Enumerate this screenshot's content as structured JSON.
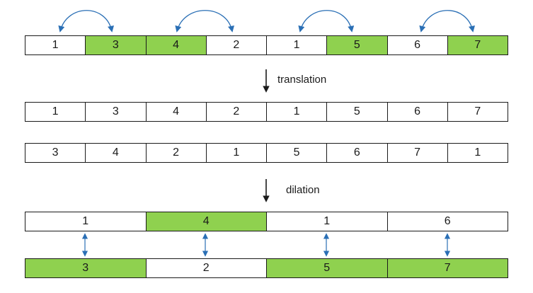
{
  "colors": {
    "highlight": "#8fd14f",
    "arrow_blue": "#2a6fb5",
    "border": "#1a1a1a"
  },
  "row_original": [
    {
      "v": "1",
      "hl": false
    },
    {
      "v": "3",
      "hl": true
    },
    {
      "v": "4",
      "hl": true
    },
    {
      "v": "2",
      "hl": false
    },
    {
      "v": "1",
      "hl": false
    },
    {
      "v": "5",
      "hl": true
    },
    {
      "v": "6",
      "hl": false
    },
    {
      "v": "7",
      "hl": true
    }
  ],
  "translation_label": "translation",
  "row_translated_a": [
    "1",
    "3",
    "4",
    "2",
    "1",
    "5",
    "6",
    "7"
  ],
  "row_translated_b": [
    "3",
    "4",
    "2",
    "1",
    "5",
    "6",
    "7",
    "1"
  ],
  "dilation_label": "dilation",
  "row_dilated_a": [
    {
      "v": "1",
      "hl": false
    },
    {
      "v": "4",
      "hl": true
    },
    {
      "v": "1",
      "hl": false
    },
    {
      "v": "6",
      "hl": false
    }
  ],
  "row_dilated_b": [
    {
      "v": "3",
      "hl": true
    },
    {
      "v": "2",
      "hl": false
    },
    {
      "v": "5",
      "hl": true
    },
    {
      "v": "7",
      "hl": true
    }
  ]
}
